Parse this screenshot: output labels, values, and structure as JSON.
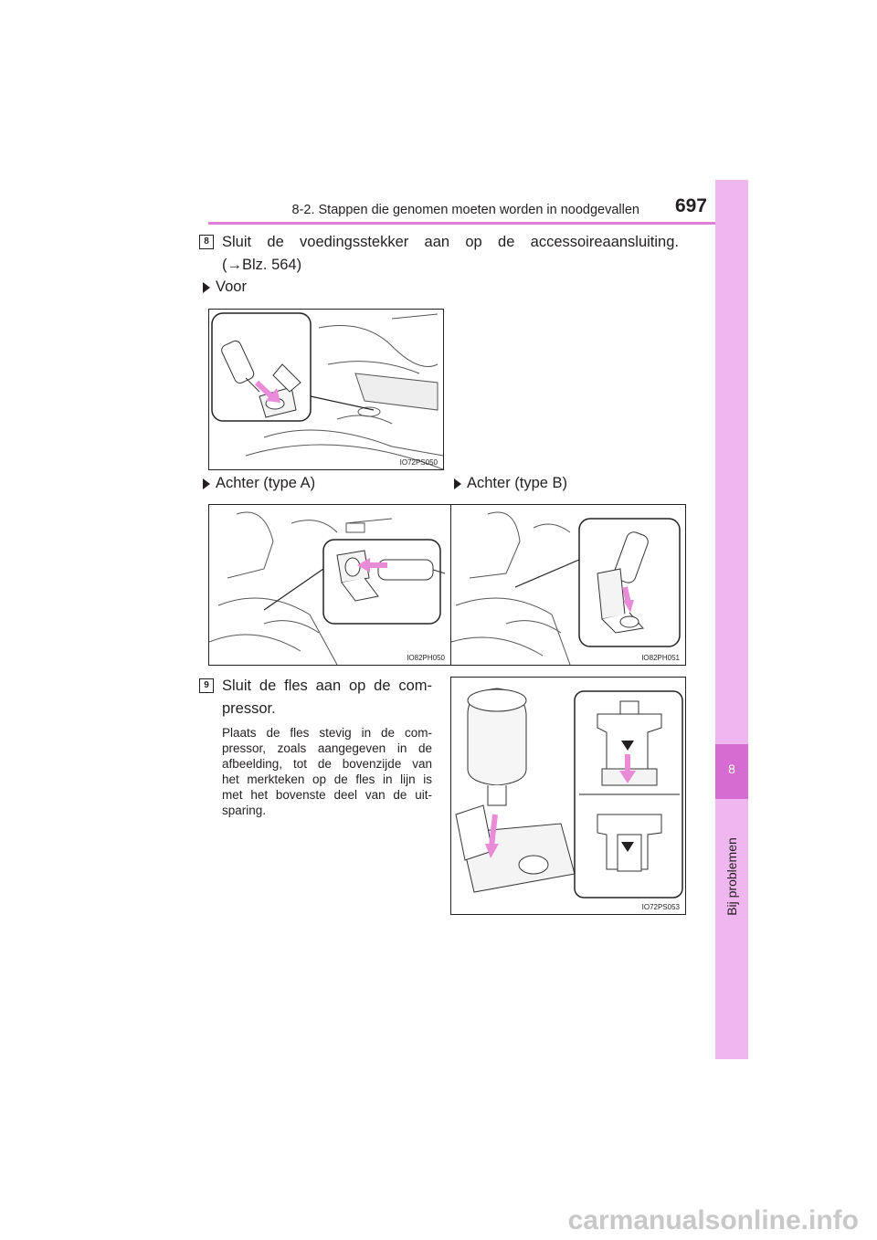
{
  "header": {
    "title": "8-2. Stappen die genomen moeten worden in noodgevallen",
    "page": "697"
  },
  "side_tab": {
    "number": "8",
    "label": "Bij problemen"
  },
  "step8": {
    "number": "8",
    "text_line1": "Sluit de voedingsstekker aan op de accessoireaansluiting.",
    "text_line2": "(→Blz. 564)",
    "front_label": "Voor",
    "front_code": "IO72PS050",
    "rear_a_label": "Achter (type A)",
    "rear_a_code": "IO82PH050",
    "rear_b_label": "Achter (type B)",
    "rear_b_code": "IO82PH051"
  },
  "step9": {
    "number": "9",
    "text_line1": "Sluit de fles aan op de com-",
    "text_line2": "pressor.",
    "instructions": [
      "Plaats de fles stevig in de com-",
      "pressor, zoals aangegeven in de",
      "afbeelding, tot de bovenzijde van",
      "het merkteken op de fles in lijn is",
      "met het bovenste deel van de uit-",
      "sparing."
    ],
    "figure_code": "IO72PS053"
  },
  "colors": {
    "accent": "#e07fd8",
    "tab_light": "#f0b6ef",
    "tab_dark": "#d66bd2",
    "arrow": "#e98bd6"
  },
  "footer": {
    "watermark": "carmanualsonline.info"
  }
}
